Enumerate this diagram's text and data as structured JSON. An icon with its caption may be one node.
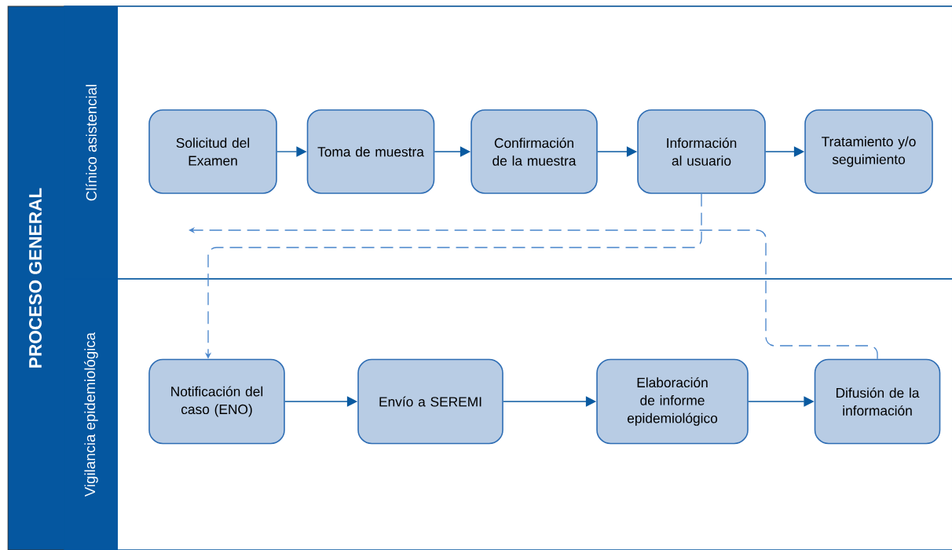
{
  "diagram": {
    "nodes": [
      {
        "text": [
          "PROCESO GENERAL"
        ]
      },
      {
        "text": [
          "Clínico asistencial"
        ],
        "in": 0
      },
      {
        "text": [
          "Vigilancia epidemiológica"
        ],
        "in": 0
      },
      {
        "text": [
          "Solicitud del Examen"
        ],
        "in": 1
      },
      {
        "text": [
          "Toma de muestra"
        ],
        "in": 1
      },
      {
        "text": [
          "Confirmación de la muestra"
        ],
        "in": 1
      },
      {
        "text": [
          "Información al usuario"
        ],
        "in": 1
      },
      {
        "text": [
          "Tratamiento y/o seguimiento"
        ],
        "in": 1
      },
      {
        "text": [
          "Notificación del caso (ENO)"
        ],
        "in": 2
      },
      {
        "text": [
          "Envío a SEREMI"
        ],
        "in": 2
      },
      {
        "text": [
          "Elaboración de informe epidemiológico"
        ],
        "in": 2
      },
      {
        "text": [
          "Difusión de la información"
        ],
        "in": 2
      }
    ],
    "edges": [
      {
        "from": 3,
        "to": 4,
        "arrow": "to"
      },
      {
        "from": 4,
        "to": 5,
        "arrow": "to"
      },
      {
        "from": 5,
        "to": 6,
        "arrow": "to"
      },
      {
        "from": 6,
        "to": 7,
        "arrow": "to"
      },
      {
        "from": 8,
        "to": 9,
        "arrow": "to"
      },
      {
        "from": 9,
        "to": 10,
        "arrow": "to"
      },
      {
        "from": 10,
        "to": 11,
        "arrow": "to"
      },
      {
        "from": 6,
        "to": 8,
        "arrow": "to",
        "style": "dashed",
        "color": "#4a86cc"
      },
      {
        "from": 11,
        "to": null,
        "arrow": "to",
        "style": "dashed",
        "color": "#4a86cc"
      }
    ]
  }
}
